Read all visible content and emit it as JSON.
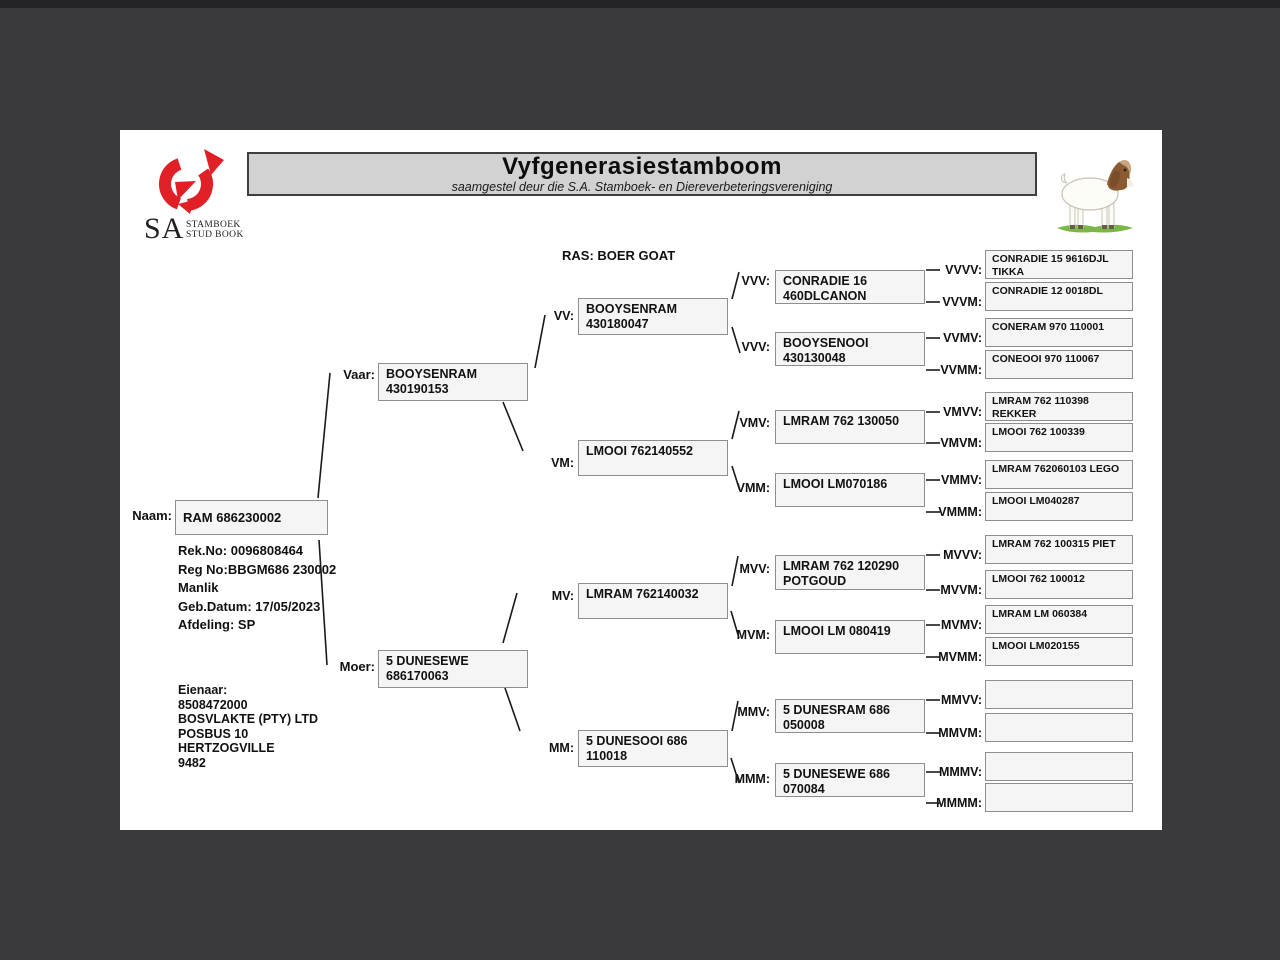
{
  "logo": {
    "sa": "SA",
    "stamboek": "STAMBOEK",
    "studbook": "STUD BOOK",
    "color": "#e01f26"
  },
  "header": {
    "title": "Vyfgenerasiestamboom",
    "subtitle": "saamgestel deur die S.A. Stamboek- en Diereverbeteringsvereniging"
  },
  "breed_label": "RAS: BOER GOAT",
  "subject": {
    "label": "Naam:",
    "name": "RAM 686230002",
    "rek_no": "Rek.No: 0096808464",
    "reg_no": "Reg No:BBGM686 230002",
    "sex": "Manlik",
    "birth_date": "Geb.Datum: 17/05/2023",
    "division": "Afdeling: SP",
    "owner_heading": "Eienaar:",
    "owner_lines": [
      "8508472000",
      "BOSVLAKTE (PTY) LTD",
      "POSBUS 10",
      "HERTZOGVILLE",
      "9482"
    ]
  },
  "pedigree": {
    "vaar": {
      "label": "Vaar:",
      "line1": "BOOYSENRAM",
      "line2": "430190153"
    },
    "moer": {
      "label": "Moer:",
      "line1": "5 DUNESEWE",
      "line2": "686170063"
    },
    "vv": {
      "label": "VV:",
      "line1": "BOOYSENRAM",
      "line2": "430180047"
    },
    "vm": {
      "label": "VM:",
      "line1": "LMOOI 762140552",
      "line2": ""
    },
    "mv": {
      "label": "MV:",
      "line1": "LMRAM 762140032",
      "line2": ""
    },
    "mm": {
      "label": "MM:",
      "line1": "5 DUNESOOI 686",
      "line2": "110018"
    },
    "vvv1": {
      "label": "VVV:",
      "line1": "CONRADIE 16",
      "line2": "460DLCANON"
    },
    "vvv2": {
      "label": "VVV:",
      "line1": "BOOYSENOOI",
      "line2": "430130048"
    },
    "vmv": {
      "label": "VMV:",
      "line1": "LMRAM 762 130050",
      "line2": ""
    },
    "vmm": {
      "label": "VMM:",
      "line1": "LMOOI LM070186",
      "line2": ""
    },
    "mvv": {
      "label": "MVV:",
      "line1": "LMRAM 762 120290",
      "line2": "POTGOUD"
    },
    "mvm": {
      "label": "MVM:",
      "line1": "LMOOI LM 080419",
      "line2": ""
    },
    "mmv": {
      "label": "MMV:",
      "line1": "5 DUNESRAM 686",
      "line2": "050008"
    },
    "mmm": {
      "label": "MMM:",
      "line1": "5 DUNESEWE 686",
      "line2": "070084"
    },
    "gen4": [
      {
        "label": "VVVV:",
        "name": "CONRADIE 15 9616DJL TIKKA"
      },
      {
        "label": "VVVM:",
        "name": "CONRADIE 12 0018DL"
      },
      {
        "label": "VVMV:",
        "name": "CONERAM 970 110001"
      },
      {
        "label": "VVMM:",
        "name": "CONEOOI 970 110067"
      },
      {
        "label": "VMVV:",
        "name": "LMRAM 762 110398 REKKER"
      },
      {
        "label": "VMVM:",
        "name": "LMOOI 762 100339"
      },
      {
        "label": "VMMV:",
        "name": "LMRAM 762060103 LEGO"
      },
      {
        "label": "VMMM:",
        "name": "LMOOI LM040287"
      },
      {
        "label": "MVVV:",
        "name": "LMRAM 762 100315 PIET"
      },
      {
        "label": "MVVM:",
        "name": "LMOOI 762 100012"
      },
      {
        "label": "MVMV:",
        "name": "LMRAM LM 060384"
      },
      {
        "label": "MVMM:",
        "name": "LMOOI LM020155"
      },
      {
        "label": "MMVV:",
        "name": ""
      },
      {
        "label": "MMVM:",
        "name": ""
      },
      {
        "label": "MMMV:",
        "name": ""
      },
      {
        "label": "MMMM:",
        "name": ""
      }
    ]
  }
}
